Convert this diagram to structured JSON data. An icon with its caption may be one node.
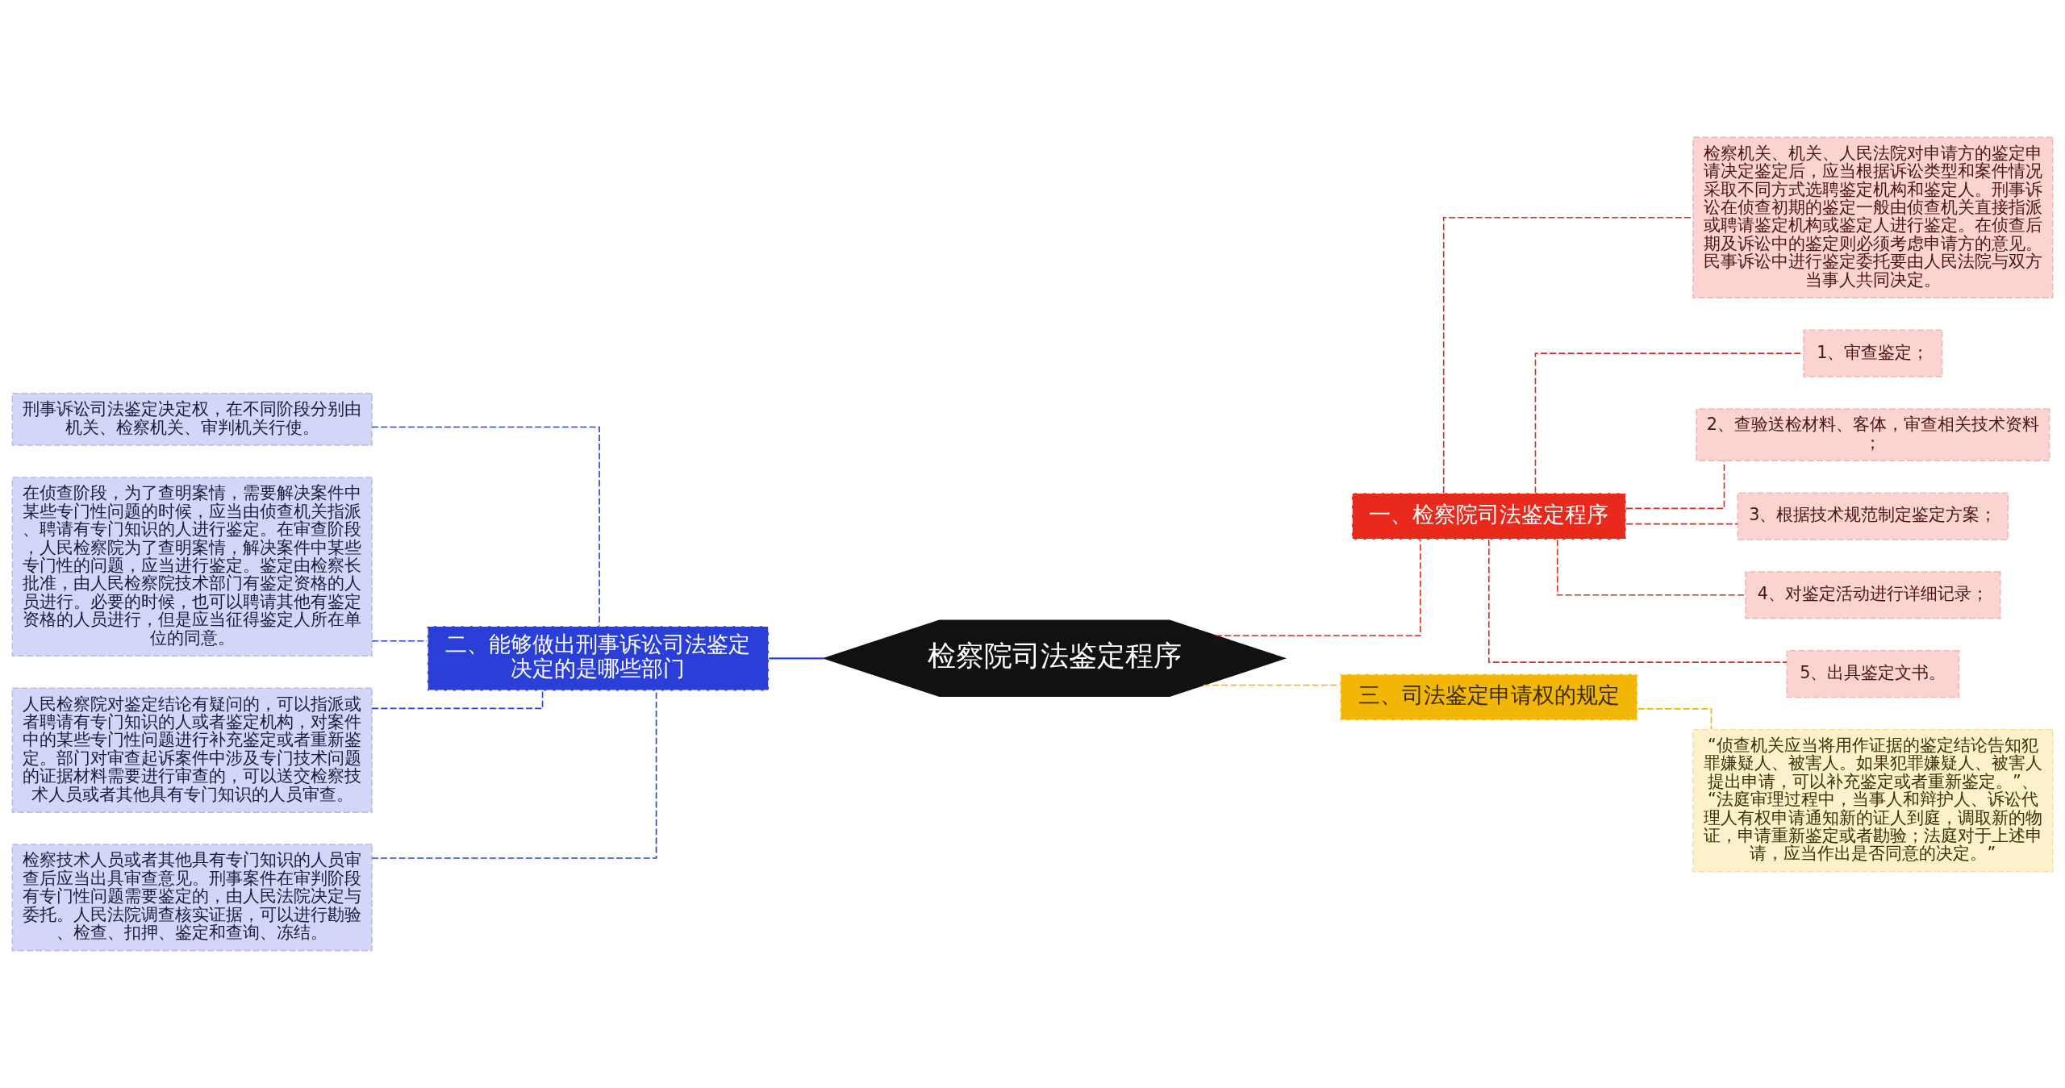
{
  "diagram": {
    "nodes": [
      {
        "text": [
          "检察院司法鉴定程序"
        ]
      },
      {
        "text": [
          "一、检察院司法鉴定程序"
        ]
      },
      {
        "text": [
          "检察机关、机关、人民法院对申请方的鉴定申请决定鉴定后，应当根据诉讼类型和案件情况采取不同方式选聘鉴定机构和鉴定人。刑事诉讼在侦查初期的鉴定一般由侦查机关直接指派或聘请鉴定机构或鉴定人进行鉴定。在侦查后期及诉讼中的鉴定则必须考虑申请方的意见。民事诉讼中进行鉴定委托要由人民法院与双方当事人共同决定。"
        ]
      },
      {
        "text": [
          "1、审查鉴定；"
        ]
      },
      {
        "text": [
          "2、查验送检材料、客体，审查相关技术资料；"
        ]
      },
      {
        "text": [
          "3、根据技术规范制定鉴定方案；"
        ]
      },
      {
        "text": [
          "4、对鉴定活动进行详细记录；"
        ]
      },
      {
        "text": [
          "5、出具鉴定文书。"
        ]
      },
      {
        "text": [
          "三、司法鉴定申请权的规定"
        ]
      },
      {
        "text": [
          "“侦查机关应当将用作证据的鉴定结论告知犯罪嫌疑人、被害人。如果犯罪嫌疑人、被害人提出申请，可以补充鉴定或者重新鉴定。”、“法庭审理过程中，当事人和辩护人、诉讼代理人有权申请通知新的证人到庭，调取新的物证，申请重新鉴定或者勘验；法庭对于上述申请，应当作出是否同意的决定。”"
        ]
      },
      {
        "text": [
          "二、能够做出刑事诉讼司法鉴定决定的是哪些部门"
        ]
      },
      {
        "text": [
          "刑事诉讼司法鉴定决定权，在不同阶段分别由机关、检察机关、审判机关行使。"
        ]
      },
      {
        "text": [
          "在侦查阶段，为了查明案情，需要解决案件中某些专门性问题的时候，应当由侦查机关指派、聘请有专门知识的人进行鉴定。在审查阶段，人民检察院为了查明案情，解决案件中某些专门性的问题，应当进行鉴定。鉴定由检察长批准，由人民检察院技术部门有鉴定资格的人员进行。必要的时候，也可以聘请其他有鉴定资格的人员进行，但是应当征得鉴定人所在单位的同意。"
        ]
      },
      {
        "text": [
          "人民检察院对鉴定结论有疑问的，可以指派或者聘请有专门知识的人或者鉴定机构，对案件中的某些专门性问题进行补充鉴定或者重新鉴定。部门对审查起诉案件中涉及专门技术问题的证据材料需要进行审查的，可以送交检察技术人员或者其他具有专门知识的人员审查。"
        ]
      },
      {
        "text": [
          "检察技术人员或者其他具有专门知识的人员审查后应当出具审查意见。刑事案件在审判阶段有专门性问题需要鉴定的，由人民法院决定与委托。人民法院调查核实证据，可以进行勘验、检查、扣押、鉴定和查询、冻结。"
        ]
      }
    ],
    "edges": [
      {
        "from": 0,
        "to": 1,
        "arrow": "none",
        "style": "dashed",
        "color": "#e02a1e"
      },
      {
        "from": 1,
        "to": 2,
        "arrow": "none",
        "style": "dashed",
        "color": "#e02a1e"
      },
      {
        "from": 1,
        "to": 3,
        "arrow": "none",
        "style": "dashed",
        "color": "#e02a1e"
      },
      {
        "from": 1,
        "to": 4,
        "arrow": "none",
        "style": "dashed",
        "color": "#e02a1e"
      },
      {
        "from": 1,
        "to": 5,
        "arrow": "none",
        "style": "dashed",
        "color": "#e02a1e"
      },
      {
        "from": 1,
        "to": 6,
        "arrow": "none",
        "style": "dashed",
        "color": "#e02a1e"
      },
      {
        "from": 1,
        "to": 7,
        "arrow": "none",
        "style": "dashed",
        "color": "#e02a1e"
      },
      {
        "from": 0,
        "to": 8,
        "arrow": "none",
        "style": "dashed",
        "color": "#f0b400"
      },
      {
        "from": 8,
        "to": 9,
        "arrow": "none",
        "style": "dashed",
        "color": "#f0b400"
      },
      {
        "from": 10,
        "to": 0,
        "arrow": "none",
        "color": "#2a3fd6"
      },
      {
        "from": 11,
        "to": 10,
        "arrow": "none",
        "style": "dashed",
        "color": "#2a3fd6"
      },
      {
        "from": 12,
        "to": 10,
        "arrow": "none",
        "style": "dashed",
        "color": "#2a3fd6"
      },
      {
        "from": 13,
        "to": 10,
        "arrow": "none",
        "style": "dashed",
        "color": "#2a3fd6"
      },
      {
        "from": 14,
        "to": 10,
        "arrow": "none",
        "style": "dashed",
        "color": "#2a3fd6"
      }
    ]
  }
}
